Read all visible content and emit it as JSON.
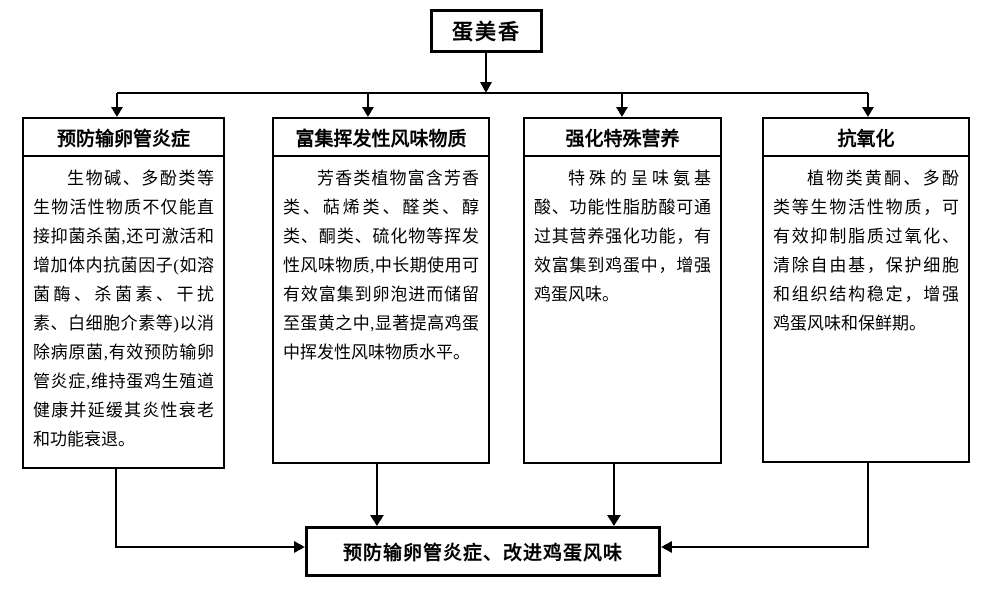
{
  "root": {
    "label": "蛋美香"
  },
  "branches": [
    {
      "title": "预防输卵管炎症",
      "body": "生物碱、多酚类等生物活性物质不仅能直接抑菌杀菌,还可激活和增加体内抗菌因子(如溶菌酶、杀菌素、干扰素、白细胞介素等)以消除病原菌,有效预防输卵管炎症,维持蛋鸡生殖道健康并延缓其炎性衰老和功能衰退。"
    },
    {
      "title": "富集挥发性风味物质",
      "body": "芳香类植物富含芳香类、萜烯类、醛类、醇类、酮类、硫化物等挥发性风味物质,中长期使用可有效富集到卵泡进而储留至蛋黄之中,显著提高鸡蛋中挥发性风味物质水平。"
    },
    {
      "title": "强化特殊营养",
      "body": "特殊的呈味氨基酸、功能性脂肪酸可通过其营养强化功能，有效富集到鸡蛋中，增强鸡蛋风味。"
    },
    {
      "title": "抗氧化",
      "body": "植物类黄酮、多酚类等生物活性物质，可有效抑制脂质过氧化、清除自由基，保护细胞和组织结构稳定，增强鸡蛋风味和保鲜期。"
    }
  ],
  "outcome": {
    "label": "预防输卵管炎症、改进鸡蛋风味"
  },
  "colors": {
    "line": "#000000",
    "background": "#ffffff"
  }
}
